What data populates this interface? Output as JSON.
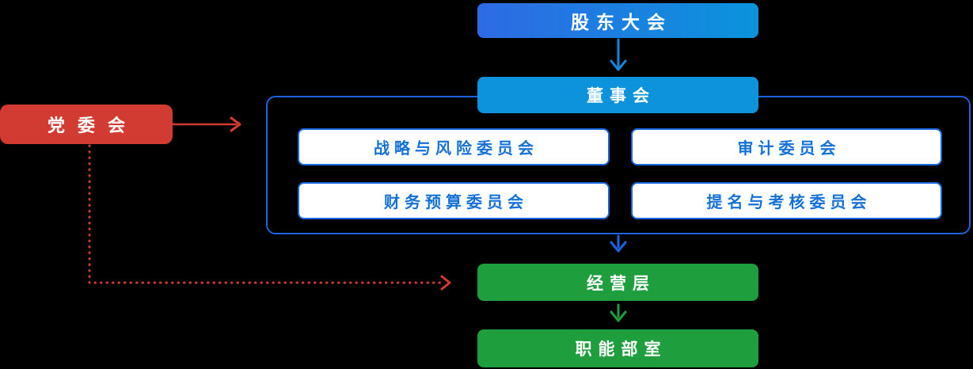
{
  "diagram": {
    "nodes": {
      "party_committee": {
        "label": "党委会"
      },
      "shareholders_meeting": {
        "label": "股东大会"
      },
      "board_of_directors": {
        "label": "董事会"
      },
      "committees": [
        {
          "label": "战略与风险委员会"
        },
        {
          "label": "审计委员会"
        },
        {
          "label": "财务预算委员会"
        },
        {
          "label": "提名与考核委员会"
        }
      ],
      "management": {
        "label": "经营层"
      },
      "functional_departments": {
        "label": "职能部室"
      }
    },
    "edges": [
      {
        "from": "shareholders_meeting",
        "to": "board_of_directors",
        "style": "solid",
        "color": "#1287d8"
      },
      {
        "from": "party_committee",
        "to": "board_container",
        "style": "solid",
        "color": "#d23b31"
      },
      {
        "from": "party_committee",
        "to": "management",
        "style": "dotted",
        "color": "#d23b31"
      },
      {
        "from": "board_container",
        "to": "management",
        "style": "solid",
        "color": "#1c64e0"
      },
      {
        "from": "management",
        "to": "functional_departments",
        "style": "solid",
        "color": "#1f9e3e"
      }
    ],
    "colors": {
      "red": "#d23b31",
      "blue_solid": "#0d93dc",
      "blue_grad_start": "#2e6ae4",
      "blue_grad_end": "#0a94dc",
      "container_border": "#1c64dc",
      "committee_text": "#1371d8",
      "committee_border": "#1668e0",
      "arrow_blue_light": "#1287d8",
      "arrow_blue_royal": "#1c64e0",
      "green": "#1f9e3e",
      "bg": "#000000"
    }
  }
}
